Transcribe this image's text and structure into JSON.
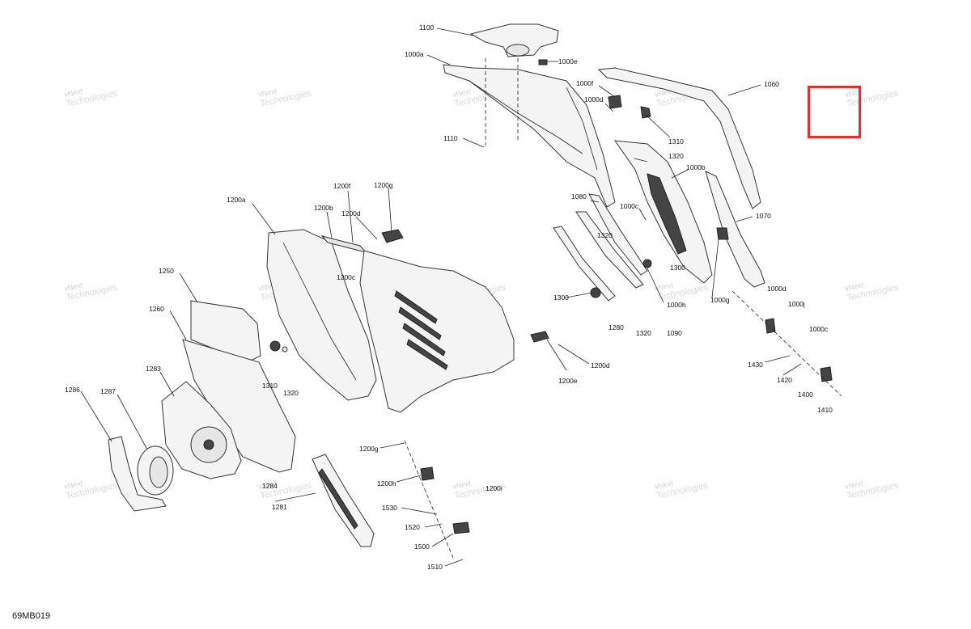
{
  "diagram_ref": "69MB019",
  "watermark": {
    "line1": "vNext",
    "line2": "Technologies"
  },
  "highlight_color": "#e03030",
  "callouts": [
    {
      "id": "c1100",
      "text": "1100"
    },
    {
      "id": "c1000a",
      "text": "1000a"
    },
    {
      "id": "c1000e",
      "text": "1000e"
    },
    {
      "id": "c1000f",
      "text": "1000f"
    },
    {
      "id": "c1000d_top",
      "text": "1000d"
    },
    {
      "id": "c1060",
      "text": "1060"
    },
    {
      "id": "c1310_top",
      "text": "1310"
    },
    {
      "id": "c1110",
      "text": "1110"
    },
    {
      "id": "c1320_top",
      "text": "1320"
    },
    {
      "id": "c1000b",
      "text": "1000b"
    },
    {
      "id": "c1000c_mid",
      "text": "1000c"
    },
    {
      "id": "c1080",
      "text": "1080"
    },
    {
      "id": "c1070",
      "text": "1070"
    },
    {
      "id": "c1200f",
      "text": "1200f"
    },
    {
      "id": "c1200g_top",
      "text": "1200g"
    },
    {
      "id": "c1200a",
      "text": "1200a"
    },
    {
      "id": "c1200b",
      "text": "1200b"
    },
    {
      "id": "c1200d_top",
      "text": "1200d"
    },
    {
      "id": "c1200c",
      "text": "1200c"
    },
    {
      "id": "c1320_mid",
      "text": "1320"
    },
    {
      "id": "c1300",
      "text": "1300"
    },
    {
      "id": "c1300b",
      "text": "1300"
    },
    {
      "id": "c1000h",
      "text": "1000h"
    },
    {
      "id": "c1000g",
      "text": "1000g"
    },
    {
      "id": "c1000d_right",
      "text": "1000d"
    },
    {
      "id": "c1000j",
      "text": "1000j"
    },
    {
      "id": "c1000c_right",
      "text": "1000c"
    },
    {
      "id": "c1280",
      "text": "1280"
    },
    {
      "id": "c1320_low",
      "text": "1320"
    },
    {
      "id": "c1090",
      "text": "1090"
    },
    {
      "id": "c1250",
      "text": "1250"
    },
    {
      "id": "c1260",
      "text": "1260"
    },
    {
      "id": "c1283",
      "text": "1283"
    },
    {
      "id": "c1286",
      "text": "1286"
    },
    {
      "id": "c1287",
      "text": "1287"
    },
    {
      "id": "c1310_left",
      "text": "1310"
    },
    {
      "id": "c1320_left",
      "text": "1320"
    },
    {
      "id": "c1200e",
      "text": "1200e"
    },
    {
      "id": "c1200d_low",
      "text": "1200d"
    },
    {
      "id": "c1430",
      "text": "1430"
    },
    {
      "id": "c1420",
      "text": "1420"
    },
    {
      "id": "c1400",
      "text": "1400"
    },
    {
      "id": "c1410",
      "text": "1410"
    },
    {
      "id": "c1200g_low",
      "text": "1200g"
    },
    {
      "id": "c1200h",
      "text": "1200h"
    },
    {
      "id": "c1284",
      "text": "1284"
    },
    {
      "id": "c1200i",
      "text": "1200i"
    },
    {
      "id": "c1281",
      "text": "1281"
    },
    {
      "id": "c1530",
      "text": "1530"
    },
    {
      "id": "c1520",
      "text": "1520"
    },
    {
      "id": "c1500",
      "text": "1500"
    },
    {
      "id": "c1510",
      "text": "1510"
    }
  ]
}
